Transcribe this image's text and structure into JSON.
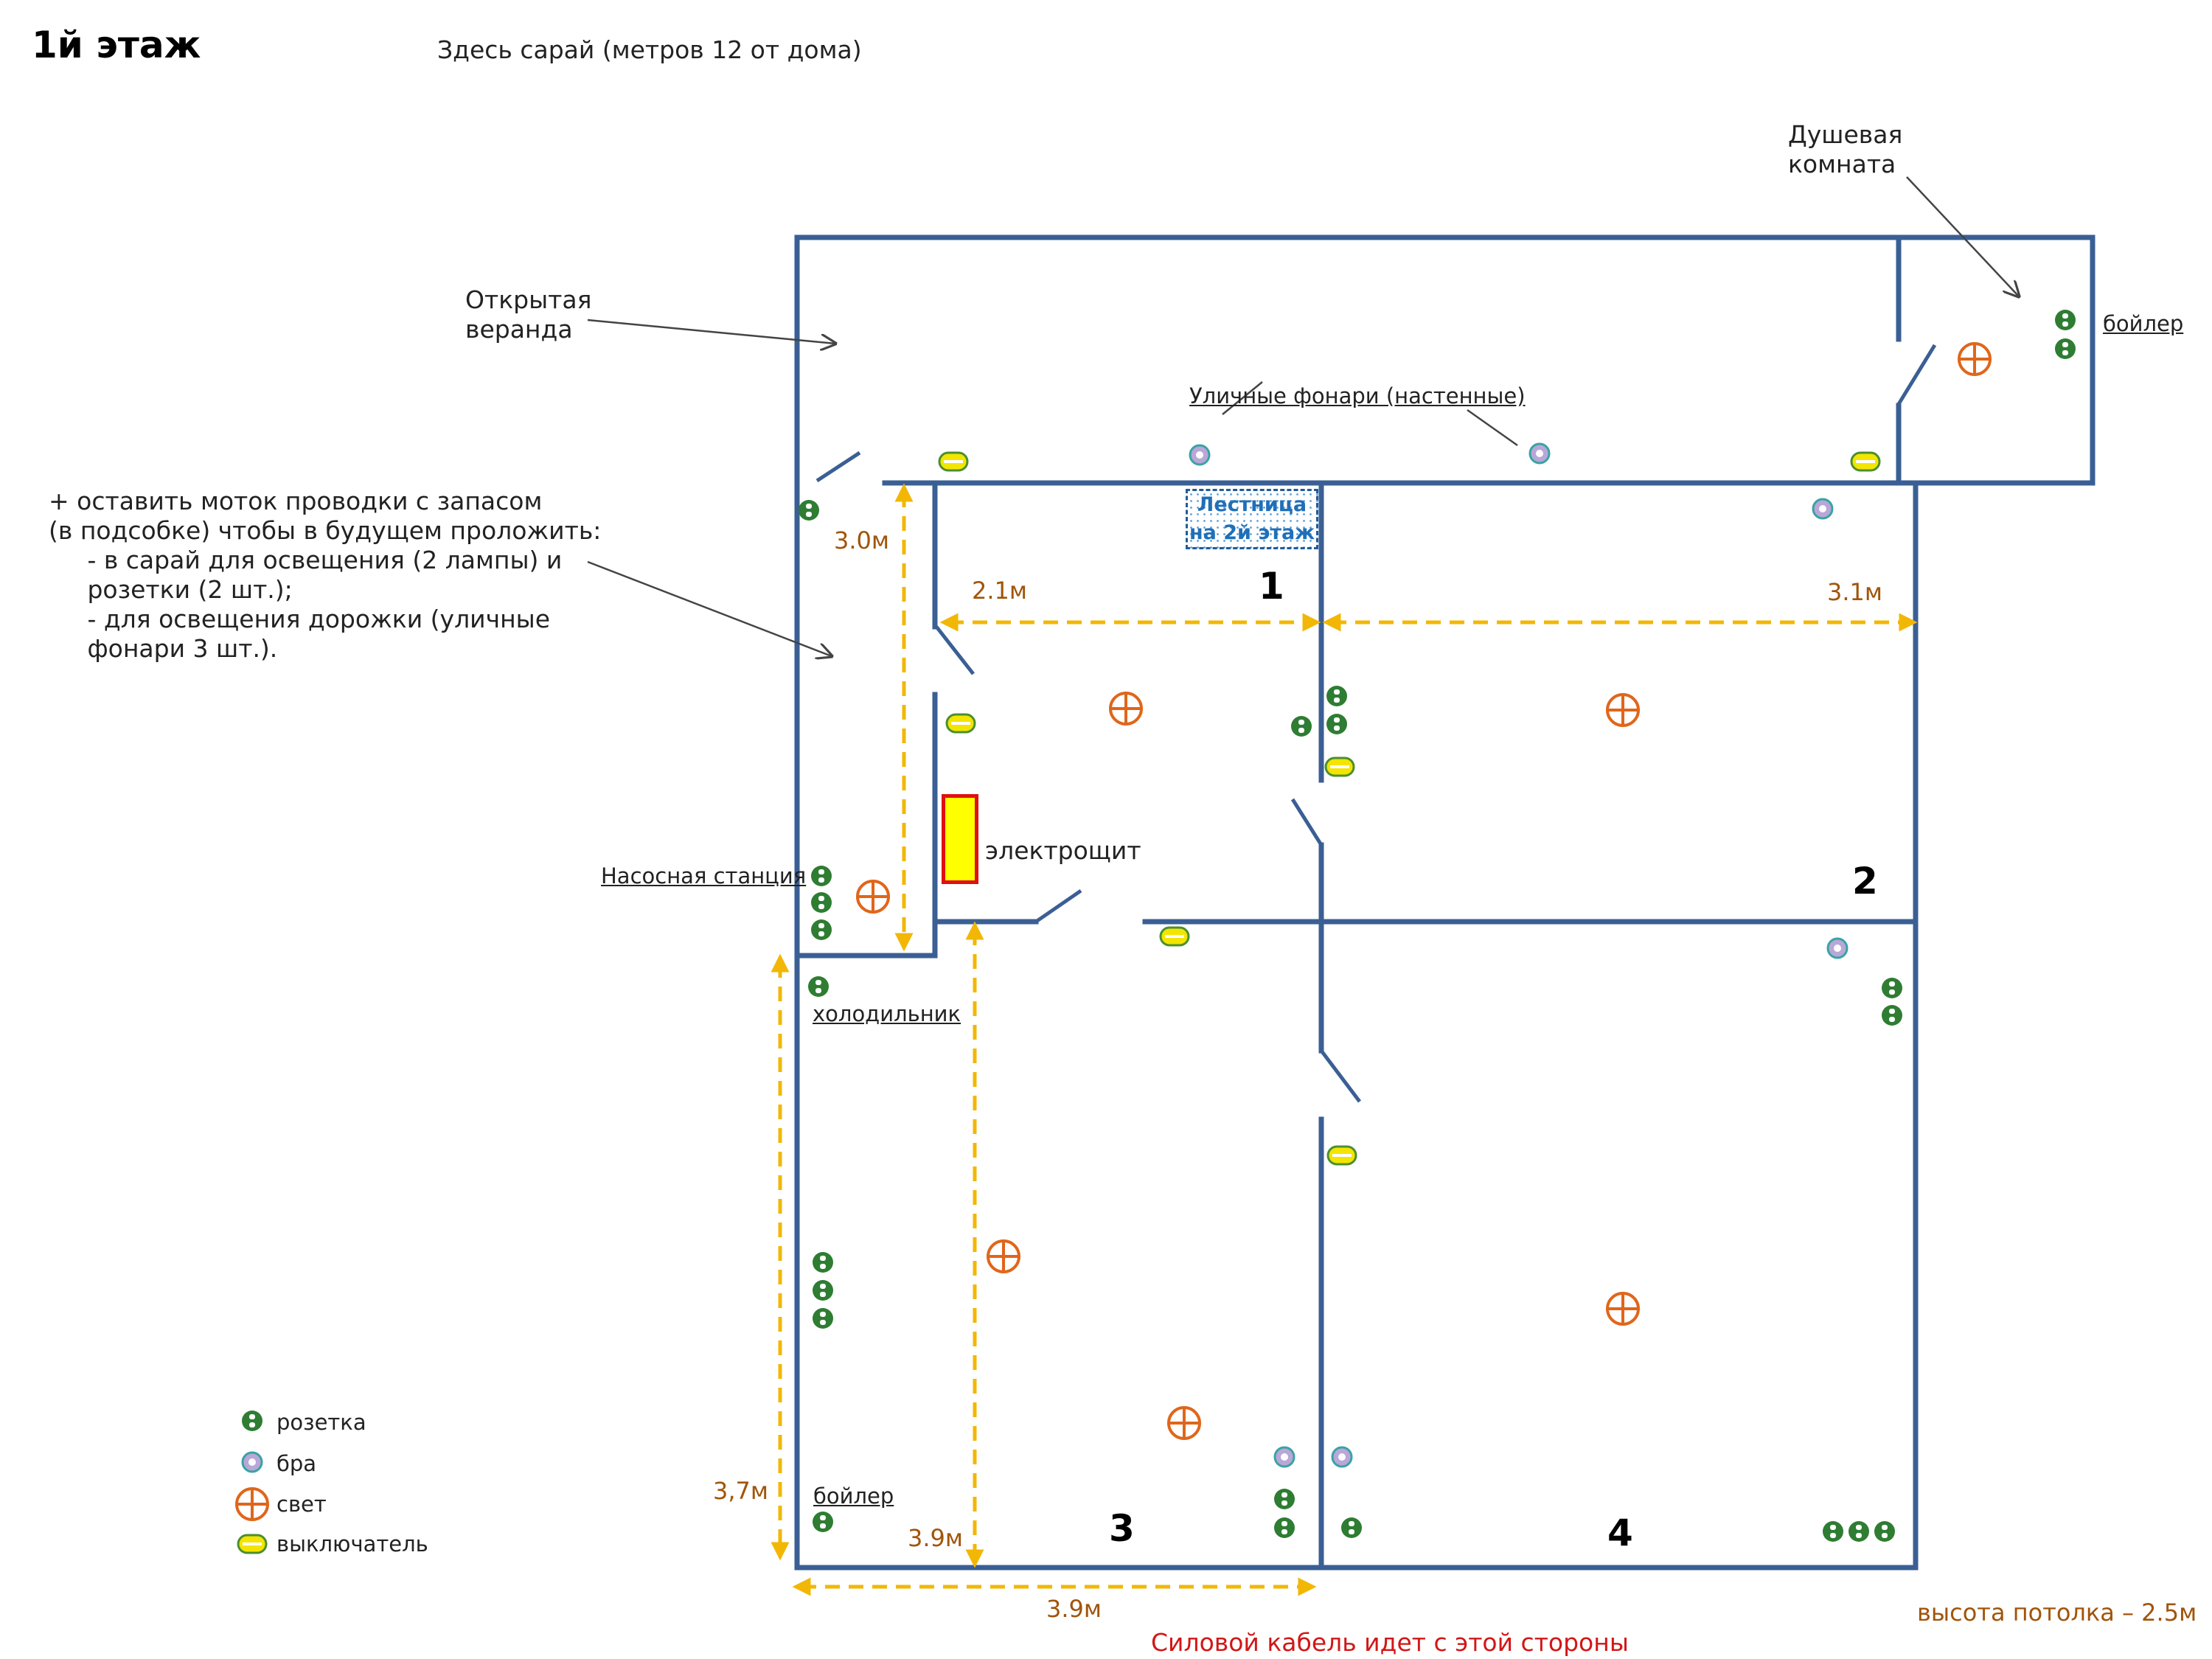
{
  "floor_title": "1й этаж",
  "shed_note": "Здесь сарай (метров 12 от дома)",
  "labels": {
    "shower_room": "Душевая\nкомната",
    "open_veranda": "Открытая\nверанда",
    "boiler_top": "бойлер",
    "street_lamps": "Уличные фонари (настенные)",
    "pump_station": "Насосная станция",
    "fridge": "холодильник",
    "boiler_bottom": "бойлер",
    "electrical_panel": "электрощит",
    "stairs": "Лестница\nна 2й этаж"
  },
  "wiring_note": "+ оставить моток проводки с запасом\n(в подсобке) чтобы в будущем проложить:\n     - в сарай для освещения (2 лампы) и\n     розетки (2 шт.);\n     - для освещения дорожки (уличные\n     фонари 3 шт.).",
  "dimensions": {
    "hall_length": "3.0м",
    "room1_width": "2.1м",
    "room2_width": "3.1м",
    "left_height": "3,7м",
    "room3_height": "3.9м",
    "bottom_width": "3.9м"
  },
  "rooms": [
    "1",
    "2",
    "3",
    "4"
  ],
  "power_cable_note": "Силовой кабель идет с этой стороны",
  "ceiling_height_note": "высота потолка – 2.5м",
  "legend": [
    {
      "icon": "socket-icon",
      "label": "розетка"
    },
    {
      "icon": "sconce-icon",
      "label": "бра"
    },
    {
      "icon": "light-icon",
      "label": "свет"
    },
    {
      "icon": "switch-icon",
      "label": "выключатель"
    }
  ],
  "colors": {
    "wall": "#3a5f94",
    "dimension_arrow": "#f2b705",
    "light": "#e0661b",
    "socket": "#2e7d32",
    "switch": "#f3e500",
    "panel_fill": "#ffff00",
    "panel_border": "#e01010",
    "cable_note": "#d21616",
    "ceiling_note": "#a0550a"
  }
}
